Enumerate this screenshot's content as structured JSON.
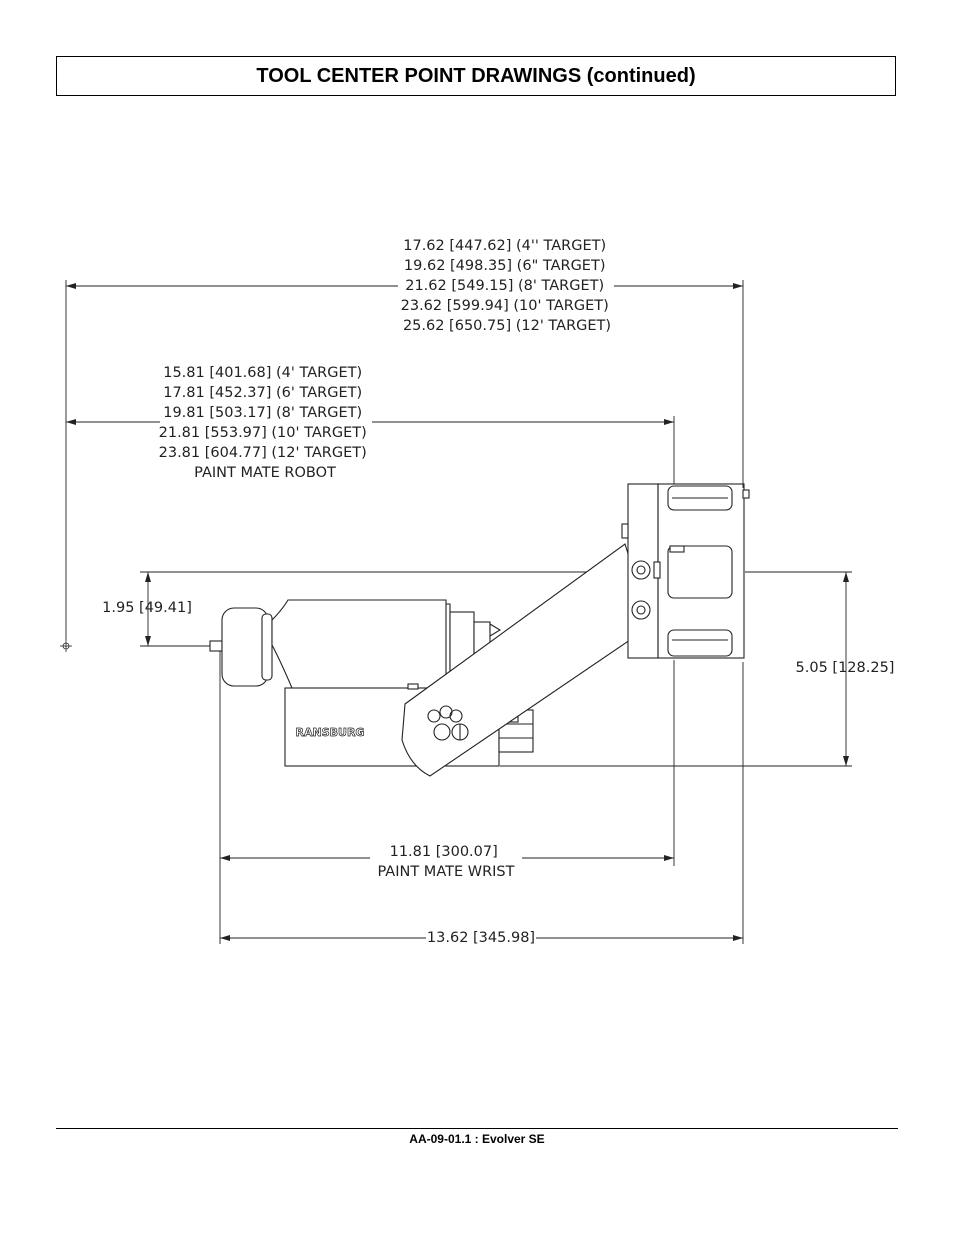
{
  "header": {
    "title": "TOOL CENTER POINT DRAWINGS (continued)"
  },
  "drawing": {
    "dim_overall_lines": [
      "17.62 [447.62] (4'' TARGET)",
      "19.62 [498.35] (6\" TARGET)",
      "21.62 [549.15] (8' TARGET)",
      "23.62 [599.94] (10' TARGET)",
      "25.62 [650.75] (12' TARGET)"
    ],
    "dim_robot_lines": [
      "15.81 [401.68] (4' TARGET)",
      "17.81 [452.37] (6' TARGET)",
      "19.81 [503.17] (8' TARGET)",
      "21.81 [553.97] (10' TARGET)",
      "23.81 [604.77] (12' TARGET)",
      "PAINT MATE ROBOT"
    ],
    "dim_offset": "1.95 [49.41]",
    "dim_height": "5.05 [128.25]",
    "dim_wrist_lines": [
      "11.81 [300.07]",
      "PAINT MATE WRIST"
    ],
    "dim_body": "13.62 [345.98]",
    "body_label": "RANSBURG"
  },
  "footer": {
    "doc_id": "AA-09-01.1 : Evolver SE"
  }
}
